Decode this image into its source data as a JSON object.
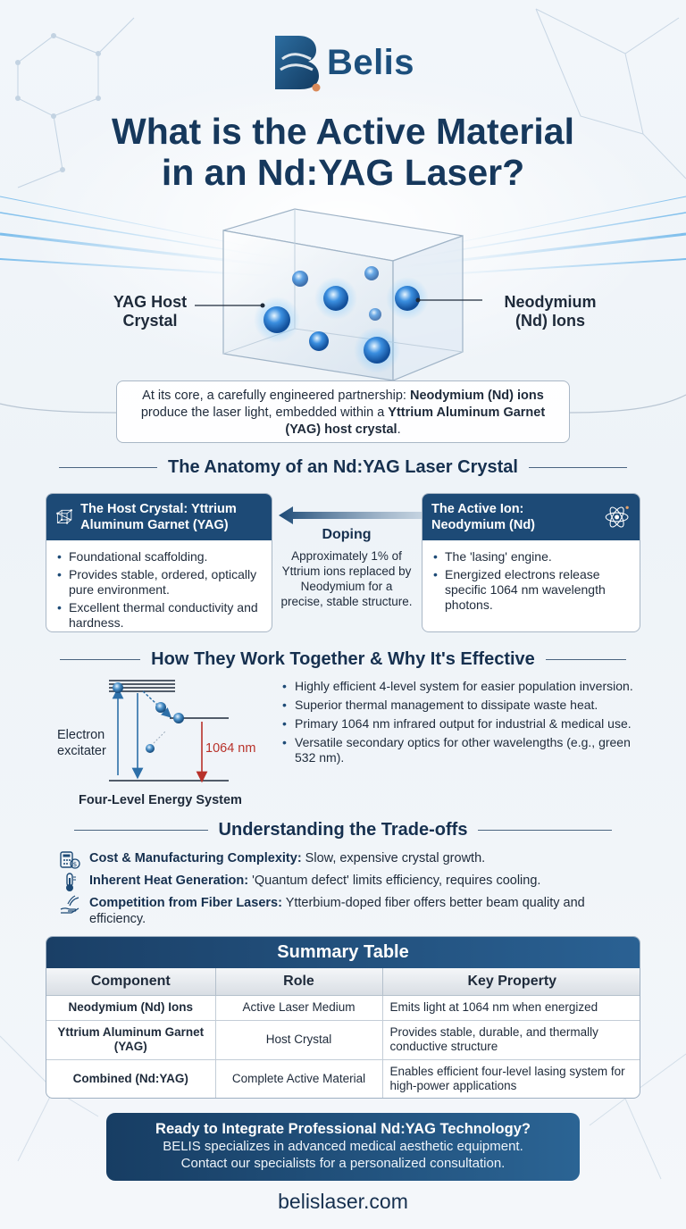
{
  "brand": {
    "name": "Belis"
  },
  "title": {
    "line1": "What is the Active Material",
    "line2": "in an Nd:YAG Laser?"
  },
  "hero": {
    "label_left": "YAG Host Crystal",
    "label_right": "Neodymium (Nd) Ions",
    "intro": {
      "t1": "At its core, a carefully engineered partnership: ",
      "b1": "Neodymium (Nd) ions",
      "t2": " produce the laser light, embedded within a ",
      "b2": "Yttrium Aluminum Garnet (YAG) host crystal",
      "t3": "."
    }
  },
  "anatomy": {
    "heading": "The Anatomy of an Nd:YAG Laser Crystal",
    "host": {
      "title": "The Host Crystal: Yttrium Aluminum Garnet (YAG)",
      "icon": "crystal-lattice-icon",
      "bullets": [
        "Foundational scaffolding.",
        "Provides stable, ordered, optically pure environment.",
        "Excellent thermal conductivity and hardness."
      ]
    },
    "doping": {
      "title": "Doping",
      "text": "Approximately 1% of Yttrium ions replaced by Neodymium for a precise, stable structure."
    },
    "ion": {
      "title": "The Active Ion: Neodymium (Nd)",
      "icon": "atom-icon",
      "bullets": [
        "The 'lasing' engine.",
        "Energized electrons release specific 1064 nm wavelength photons."
      ]
    }
  },
  "works": {
    "heading": "How They Work Together & Why It's Effective",
    "diagram": {
      "label": "Electron excitater",
      "wavelength": "1064 nm",
      "caption": "Four-Level Energy System"
    },
    "bullets": [
      "Highly efficient 4-level system for easier population inversion.",
      "Superior thermal management to dissipate waste heat.",
      "Primary 1064 nm infrared output for industrial & medical use.",
      "Versatile secondary optics for other wavelengths (e.g., green 532 nm)."
    ]
  },
  "tradeoffs": {
    "heading": "Understanding the Trade-offs",
    "items": [
      {
        "icon": "cost-calculator-icon",
        "bold": "Cost & Manufacturing Complexity:",
        "text": " Slow, expensive crystal growth."
      },
      {
        "icon": "thermometer-icon",
        "bold": "Inherent Heat Generation:",
        "text": " 'Quantum defect' limits efficiency, requires cooling."
      },
      {
        "icon": "fiber-hand-icon",
        "bold": "Competition from Fiber Lasers:",
        "text": " Ytterbium-doped fiber offers better beam quality and efficiency."
      }
    ]
  },
  "summary": {
    "title": "Summary Table",
    "headers": [
      "Component",
      "Role",
      "Key Property"
    ],
    "rows": [
      [
        "Neodymium (Nd) Ions",
        "Active Laser Medium",
        "Emits light at 1064 nm when energized"
      ],
      [
        "Yttrium Aluminum Garnet (YAG)",
        "Host Crystal",
        "Provides stable, durable, and thermally conductive structure"
      ],
      [
        "Combined (Nd:YAG)",
        "Complete Active Material",
        "Enables efficient four-level lasing system for high-power applications"
      ]
    ]
  },
  "cta": {
    "title": "Ready to Integrate Professional Nd:YAG Technology?",
    "line1": "BELIS specializes in advanced medical aesthetic equipment.",
    "line2": "Contact our specialists for a personalized consultation."
  },
  "footer": {
    "url": "belislaser.com"
  },
  "colors": {
    "navy": "#16385c",
    "accent_blue": "#1d4a76",
    "laser_red": "#b8312a",
    "logo_dot": "#d98a5a"
  }
}
